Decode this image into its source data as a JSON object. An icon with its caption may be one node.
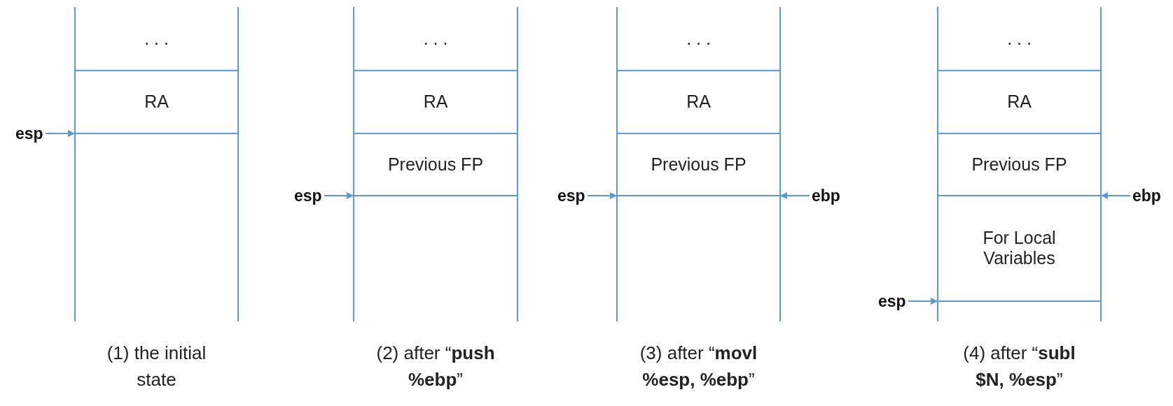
{
  "diagram": {
    "nodes": [
      {
        "text": [],
        "shape": "box"
      },
      {
        "text": [
          ". . ."
        ],
        "in": 0
      },
      {
        "text": [
          "RA"
        ],
        "in": 0
      },
      {
        "text": [
          "esp"
        ]
      },
      {
        "text": [],
        "shape": "box"
      },
      {
        "text": [
          ". . ."
        ],
        "in": 4
      },
      {
        "text": [
          "RA"
        ],
        "in": 4
      },
      {
        "text": [
          "Previous FP"
        ],
        "in": 4
      },
      {
        "text": [
          "esp"
        ]
      },
      {
        "text": [],
        "shape": "box"
      },
      {
        "text": [
          ". . ."
        ],
        "in": 9
      },
      {
        "text": [
          "RA"
        ],
        "in": 9
      },
      {
        "text": [
          "Previous FP"
        ],
        "in": 9
      },
      {
        "text": [
          "esp"
        ]
      },
      {
        "text": [
          "ebp"
        ]
      },
      {
        "text": [],
        "shape": "box"
      },
      {
        "text": [
          ". . ."
        ],
        "in": 15
      },
      {
        "text": [
          "RA"
        ],
        "in": 15
      },
      {
        "text": [
          "Previous FP"
        ],
        "in": 15
      },
      {
        "text": [
          "For Local Variables"
        ],
        "in": 15
      },
      {
        "text": [
          "ebp"
        ]
      },
      {
        "text": [
          "esp"
        ]
      }
    ],
    "edges": [
      {
        "from": 3,
        "to": 0,
        "arrow": "to"
      },
      {
        "from": 8,
        "to": 4,
        "arrow": "to"
      },
      {
        "from": 13,
        "to": 9,
        "arrow": "to"
      },
      {
        "from": 14,
        "to": 9,
        "arrow": "to"
      },
      {
        "from": 20,
        "to": 15,
        "arrow": "to"
      },
      {
        "from": 21,
        "to": 15,
        "arrow": "to"
      }
    ],
    "labels": [
      "(1) the initial state",
      "(2) after “**push %ebp**”",
      "(3) after “**movl %esp, %ebp**”",
      "(4) after “**subl $N, %esp**”"
    ]
  }
}
